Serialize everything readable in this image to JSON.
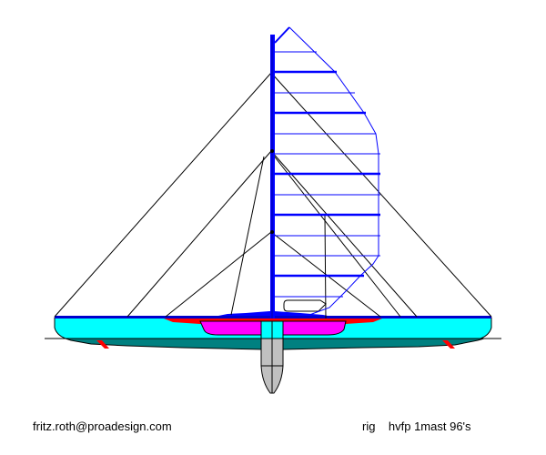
{
  "footer": {
    "email": "fritz.roth@proadesign.com",
    "caption": "rig    hvfp 1mast 96's"
  },
  "colors": {
    "mast": "#0000ff",
    "mast_dark": "#0000cc",
    "hull_upper": "#00ffff",
    "hull_lower": "#008080",
    "cockpit": "#ff00ff",
    "antifouling_red": "#ff0000",
    "keel": "#c0c0c0",
    "rigging": "#000000",
    "sail_outline": "#0000ff",
    "background": "#ffffff"
  },
  "components": [
    "mast",
    "sail-with-battens",
    "forestays-and-shrouds",
    "hull",
    "central-keel-pod",
    "rudders",
    "waterline"
  ]
}
